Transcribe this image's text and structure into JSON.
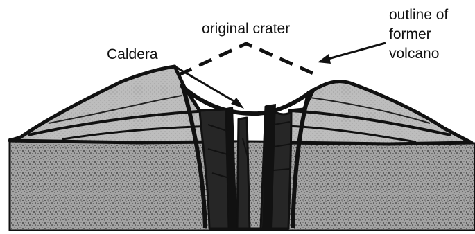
{
  "labels": {
    "original_crater": "original crater",
    "caldera": "Caldera",
    "outline_line1": "outline of",
    "outline_line2": "former",
    "outline_line3": "volcano"
  },
  "colors": {
    "ink": "#111111",
    "rock_fill": "#9a9a9a",
    "cone_fill": "#b4b4b4",
    "background": "#ffffff"
  }
}
